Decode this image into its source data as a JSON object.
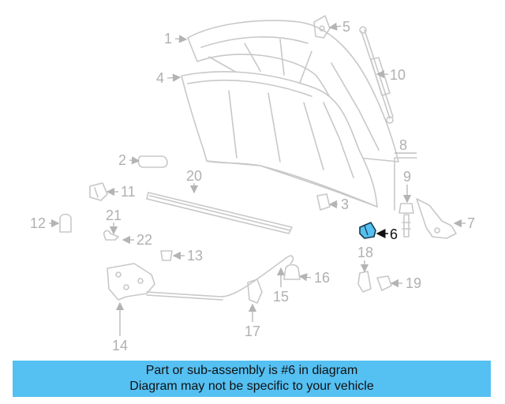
{
  "highlight_color": "#55c0f2",
  "callouts": {
    "c1": "1",
    "c2": "2",
    "c4": "4",
    "c5": "5",
    "c6": "6",
    "c7": "7",
    "c8": "8",
    "c9": "9",
    "c10": "10",
    "c11": "11",
    "c12": "12",
    "c13": "13",
    "c14": "14",
    "c15": "15",
    "c16": "16",
    "c17": "17",
    "c18": "18",
    "c19": "19",
    "c20": "20",
    "c21": "21",
    "c22": "22",
    "c3": "3"
  },
  "banner": {
    "line1": "Part or sub-assembly is #6 in diagram",
    "line2": "Diagram may not be specific to your vehicle"
  }
}
